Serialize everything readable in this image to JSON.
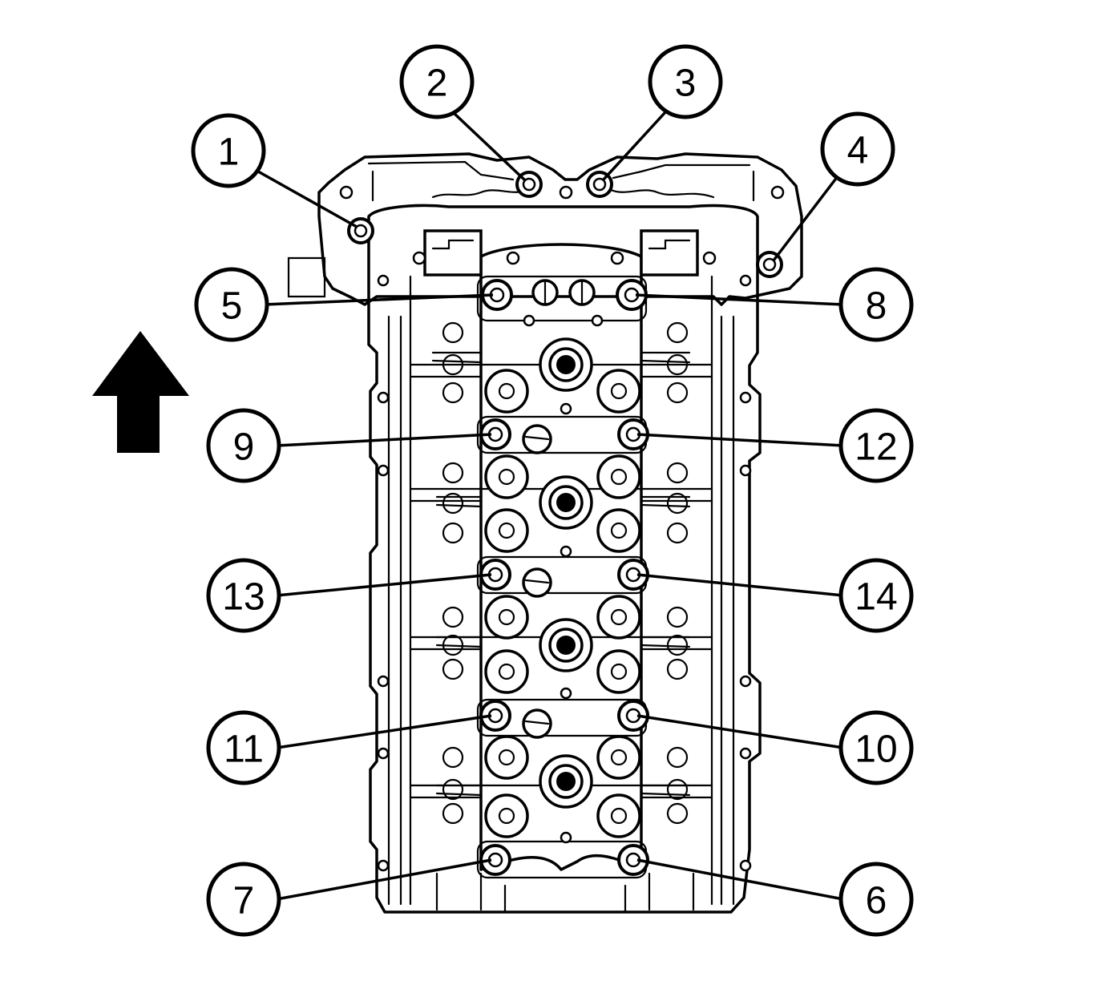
{
  "callouts": [
    {
      "id": "1",
      "label": "1"
    },
    {
      "id": "2",
      "label": "2"
    },
    {
      "id": "3",
      "label": "3"
    },
    {
      "id": "4",
      "label": "4"
    },
    {
      "id": "5",
      "label": "5"
    },
    {
      "id": "6",
      "label": "6"
    },
    {
      "id": "7",
      "label": "7"
    },
    {
      "id": "8",
      "label": "8"
    },
    {
      "id": "9",
      "label": "9"
    },
    {
      "id": "10",
      "label": "10"
    },
    {
      "id": "11",
      "label": "11"
    },
    {
      "id": "12",
      "label": "12"
    },
    {
      "id": "13",
      "label": "13"
    },
    {
      "id": "14",
      "label": "14"
    }
  ],
  "direction_arrow": {
    "icon": "up-arrow-icon",
    "color": "#000000"
  },
  "colors": {
    "line": "#000000",
    "background": "#ffffff"
  }
}
